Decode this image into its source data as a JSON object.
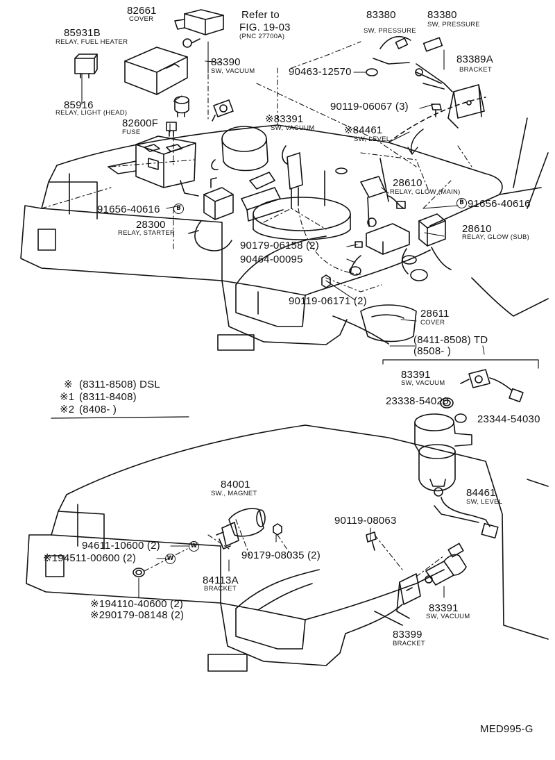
{
  "diagram_code": "MED995-G",
  "labels": {
    "p82661": {
      "part": "82661",
      "name": "COVER"
    },
    "p85931b": {
      "part": "85931B",
      "name": "RELAY, FUEL HEATER"
    },
    "p85916": {
      "part": "85916",
      "name": "RELAY, LIGHT (HEAD)"
    },
    "p82600f": {
      "part": "82600F",
      "name": "FUSE"
    },
    "refer": {
      "line1": "Refer to",
      "line2": "FIG. 19-03",
      "line3": "(PNC 27700A)"
    },
    "p83390": {
      "part": "83390",
      "name": "SW, VACUUM"
    },
    "p83391a": {
      "part": "※83391",
      "name": "SW, VACUUM"
    },
    "p84461a": {
      "part": "※84461",
      "name": "SW, LEVEL"
    },
    "p83380a": {
      "part": "83380",
      "name": "SW, PRESSURE"
    },
    "p83380b": {
      "part": "83380",
      "name": "SW, PRESSURE"
    },
    "p83389a": {
      "part": "83389A",
      "name": "BRACKET"
    },
    "p90463": {
      "part": "90463-12570"
    },
    "p90119_06067": {
      "part": "90119-06067 (3)"
    },
    "p28610main": {
      "part": "28610",
      "name": "RELAY, GLOW (MAIN)"
    },
    "p91656left": {
      "part": "91656-40616",
      "mark": "B"
    },
    "p91656right": {
      "part": "91656-40616",
      "mark": "B"
    },
    "p28300": {
      "part": "28300",
      "name": "RELAY, STARTER"
    },
    "p28610sub": {
      "part": "28610",
      "name": "RELAY, GLOW (SUB)"
    },
    "p90179_06158": {
      "part": "90179-06158 (2)"
    },
    "p90464": {
      "part": "90464-00095"
    },
    "p90119_06171": {
      "part": "90119-06171 (2)"
    },
    "p28611": {
      "part": "28611",
      "name": "COVER"
    },
    "td": {
      "line1": "(8411-8508) TD",
      "line2": "(8508-           )"
    },
    "p83391b": {
      "part": "83391",
      "name": "SW, VACUUM"
    },
    "p23338": {
      "part": "23338-54020"
    },
    "p23344": {
      "part": "23344-54030"
    },
    "p84461b": {
      "part": "84461",
      "name": "SW, LEVEL"
    },
    "p84001": {
      "part": "84001",
      "name": "SW., MAGNET"
    },
    "p94611": {
      "part": "94611-10600 (2)",
      "mark": "W"
    },
    "p94511": {
      "part": "※194511-00600 (2)",
      "mark": "W"
    },
    "p90179_08035": {
      "part": "90179-08035 (2)"
    },
    "p84113a": {
      "part": "84113A",
      "name": "BRACKET"
    },
    "p94110": {
      "part": "※194110-40600 (2)"
    },
    "p90179_08148": {
      "part": "※290179-08148 (2)"
    },
    "p90119_08063": {
      "part": "90119-08063"
    },
    "p83391c": {
      "part": "83391",
      "name": "SW, VACUUM"
    },
    "p83399": {
      "part": "83399",
      "name": "BRACKET"
    }
  },
  "legend": [
    {
      "mark": "※",
      "text": "(8311-8508) DSL"
    },
    {
      "mark": "※1",
      "text": "(8311-8408)"
    },
    {
      "mark": "※2",
      "text": "(8408-          )"
    }
  ]
}
